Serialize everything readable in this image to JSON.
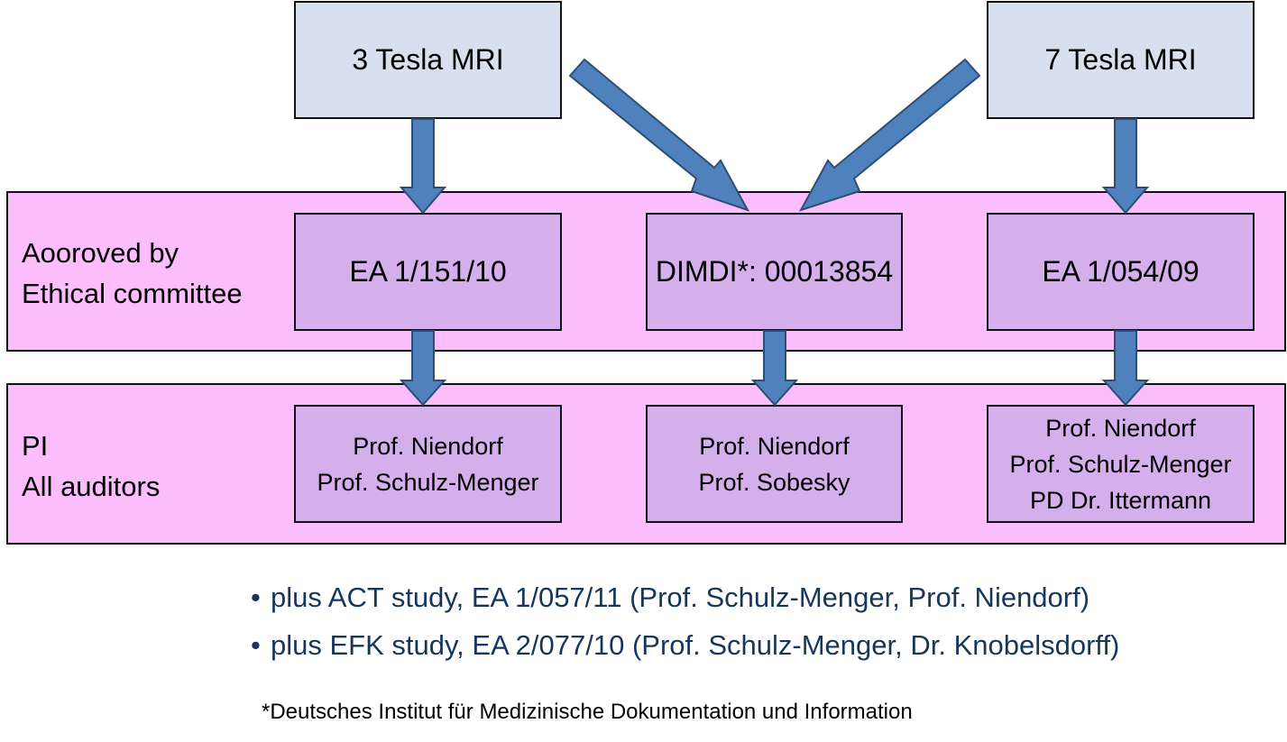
{
  "top_boxes": {
    "left": "3 Tesla MRI",
    "right": "7 Tesla MRI"
  },
  "ethics_row": {
    "label_line1": "Aooroved by",
    "label_line2": "Ethical committee",
    "boxes": [
      "EA 1/151/10",
      "DIMDI*: 00013854",
      "EA 1/054/09"
    ]
  },
  "pi_row": {
    "label_line1": "PI",
    "label_line2": "All auditors",
    "boxes": [
      [
        "Prof. Niendorf",
        "Prof. Schulz-Menger"
      ],
      [
        "Prof. Niendorf",
        "Prof. Sobesky"
      ],
      [
        "Prof. Niendorf",
        "Prof. Schulz-Menger",
        "PD Dr. Ittermann"
      ]
    ]
  },
  "bullets": [
    "plus ACT study, EA 1/057/11 (Prof. Schulz-Menger, Prof. Niendorf)",
    "plus EFK study, EA 2/077/10 (Prof. Schulz-Menger, Dr. Knobelsdorff)"
  ],
  "bullet_symbol": "•",
  "footnote": "*Deutsches Institut für Medizinische Dokumentation und Information",
  "colors": {
    "mri_box": "#d6e0ef",
    "band": "#fbbdfb",
    "inner_box": "#d5aeec",
    "arrow": "#4f81bd",
    "bullet_text": "#17365d"
  }
}
